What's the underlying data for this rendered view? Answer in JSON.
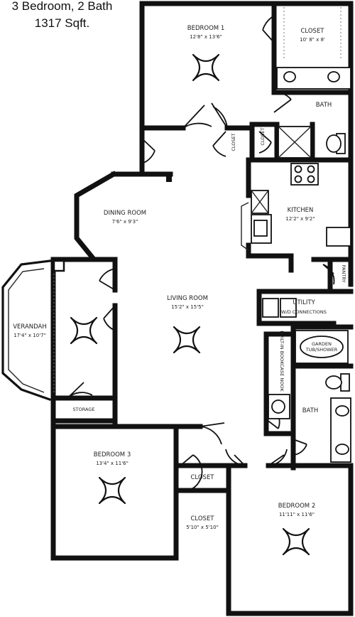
{
  "header": {
    "line1": "3 Bedroom, 2 Bath",
    "line2": "1317 Sqft."
  },
  "rooms": {
    "bedroom1": {
      "name": "BEDROOM 1",
      "dims": "12'8\" x 13'6\""
    },
    "closet_top": {
      "name": "CLOSET",
      "dims": "10' 8\" x 8'"
    },
    "bath_top": {
      "name": "BATH"
    },
    "closet_small_a": {
      "name": "CLOSET"
    },
    "closet_small_b": {
      "name": "CLOSET"
    },
    "dining": {
      "name": "DINING ROOM",
      "dims": "7'6\" x 9'3\""
    },
    "kitchen": {
      "name": "KITCHEN",
      "dims": "12'2\" x 9'2\""
    },
    "pantry": {
      "name": "PANTRY"
    },
    "veranda": {
      "name": "VERANDAH",
      "dims": "17'4\" x 10'7\""
    },
    "living": {
      "name": "LIVING ROOM",
      "dims": "15'2\" x 15'5\""
    },
    "utility": {
      "name": "UTILITY",
      "sub": "W/D CONNECTIONS"
    },
    "garden_tub": {
      "line1": "GARDEN",
      "line2": "TUB/SHOWER"
    },
    "linen": {
      "text": "BUILT-IN BOOKCASE NOOK"
    },
    "bath2": {
      "name": "BATH"
    },
    "storage": {
      "name": "STORAGE"
    },
    "bedroom3": {
      "name": "BEDROOM 3",
      "dims": "13'4\" x 11'6\""
    },
    "closet_b3a": {
      "name": "CLOSET"
    },
    "closet_b3b": {
      "name": "CLOSET",
      "dims": "5'10\" x 5'10\""
    },
    "bedroom2": {
      "name": "BEDROOM 2",
      "dims": "11'11\" x 11'6\""
    }
  }
}
